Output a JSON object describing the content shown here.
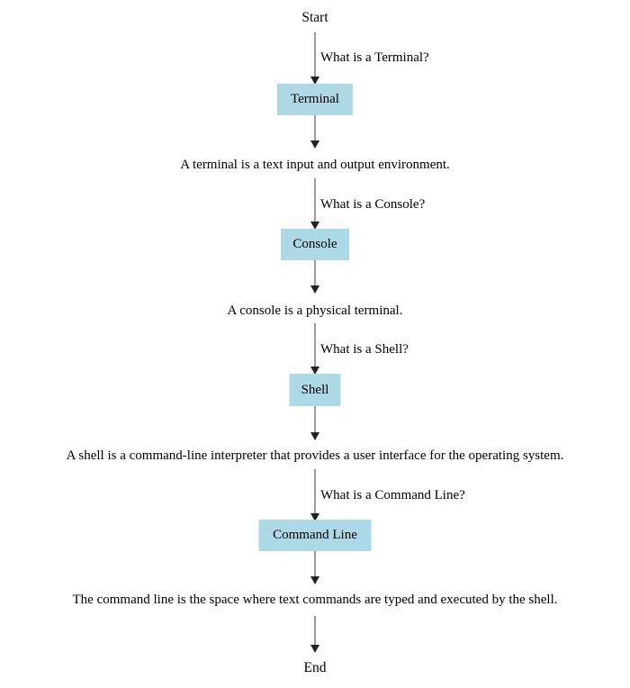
{
  "diagram": {
    "title": "Terminal, Console, Shell and Command Line flowchart",
    "colors": {
      "box_fill": "#ADD8E6",
      "edge": "#3a3a3a",
      "arrowhead": "#222222",
      "text": "#000000",
      "background": "#ffffff"
    },
    "nodes": [
      {
        "id": "start",
        "type": "terminator",
        "label": "Start"
      },
      {
        "id": "terminal",
        "type": "process",
        "label": "Terminal"
      },
      {
        "id": "terminal_desc",
        "type": "description",
        "label": "A terminal is a text input and output environment."
      },
      {
        "id": "console",
        "type": "process",
        "label": "Console"
      },
      {
        "id": "console_desc",
        "type": "description",
        "label": "A console is a physical terminal."
      },
      {
        "id": "shell",
        "type": "process",
        "label": "Shell"
      },
      {
        "id": "shell_desc",
        "type": "description",
        "label": "A shell is a command-line interpreter that provides a user interface for the operating system."
      },
      {
        "id": "command_line",
        "type": "process",
        "label": "Command Line"
      },
      {
        "id": "cmdline_desc",
        "type": "description",
        "label": "The command line is the space where text commands are typed and executed by the shell."
      },
      {
        "id": "end",
        "type": "terminator",
        "label": "End"
      }
    ],
    "edges": [
      {
        "from": "start",
        "to": "terminal",
        "label": "What is a Terminal?"
      },
      {
        "from": "terminal",
        "to": "terminal_desc",
        "label": ""
      },
      {
        "from": "terminal_desc",
        "to": "console",
        "label": "What is a Console?"
      },
      {
        "from": "console",
        "to": "console_desc",
        "label": ""
      },
      {
        "from": "console_desc",
        "to": "shell",
        "label": "What is a Shell?"
      },
      {
        "from": "shell",
        "to": "shell_desc",
        "label": ""
      },
      {
        "from": "shell_desc",
        "to": "command_line",
        "label": "What is a Command Line?"
      },
      {
        "from": "command_line",
        "to": "cmdline_desc",
        "label": ""
      },
      {
        "from": "cmdline_desc",
        "to": "end",
        "label": ""
      }
    ]
  }
}
